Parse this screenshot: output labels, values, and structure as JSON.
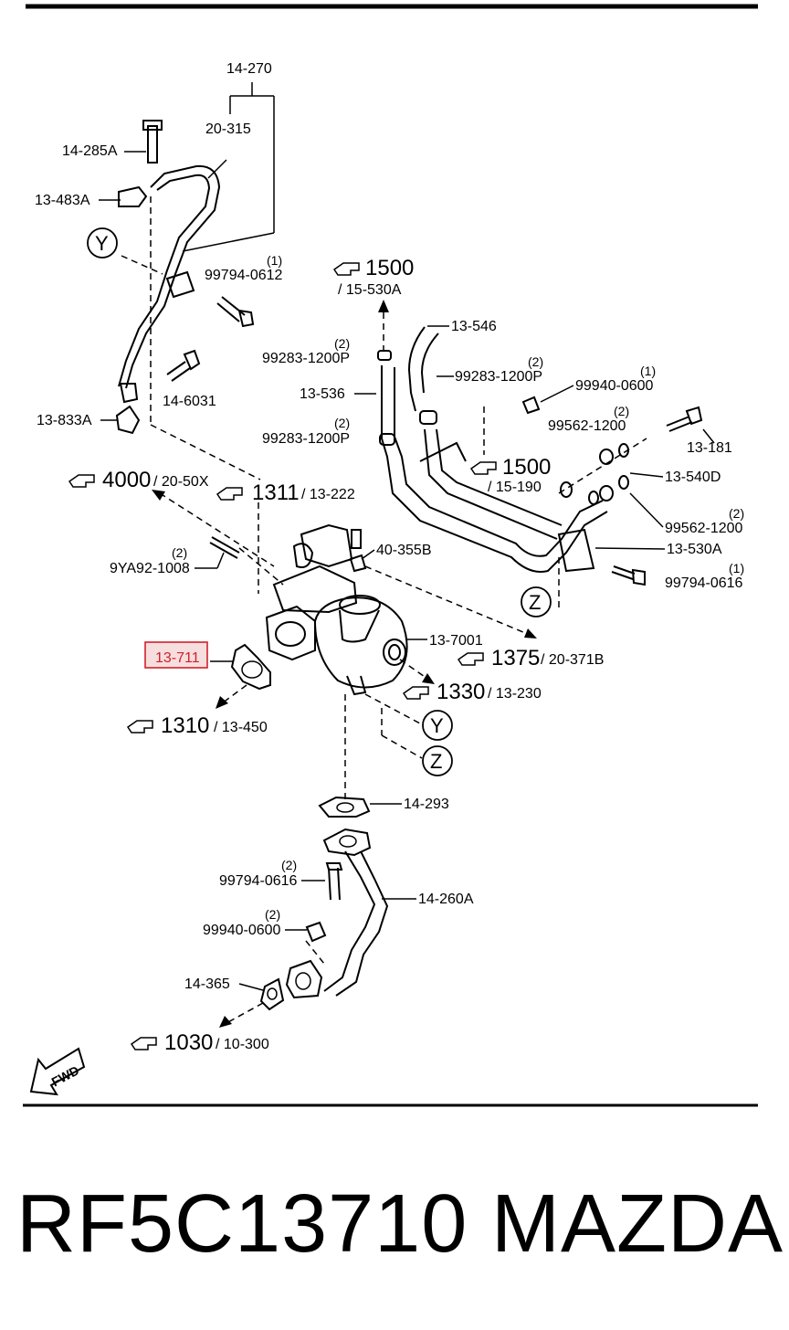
{
  "labels": {
    "l14_270": "14-270",
    "l20_315": "20-315",
    "l14_285A": "14-285A",
    "l13_483A": "13-483A",
    "l99794_0612": "99794-0612",
    "l99794_0612_qty": "(1)",
    "l14_6031": "14-6031",
    "l13_833A": "13-833A",
    "l13_546": "13-546",
    "l99283_a": "99283-1200P",
    "l99283_a_qty": "(2)",
    "l99283_b": "99283-1200P",
    "l99283_b_qty": "(2)",
    "l99283_c": "99283-1200P",
    "l99283_c_qty": "(2)",
    "l13_536": "13-536",
    "l99940_0600_top": "99940-0600",
    "l99940_0600_top_qty": "(1)",
    "l99562_a": "99562-1200",
    "l99562_a_qty": "(2)",
    "l13_181": "13-181",
    "l13_540D": "13-540D",
    "l99562_b": "99562-1200",
    "l99562_b_qty": "(2)",
    "l13_530A": "13-530A",
    "l99794_0616_top": "99794-0616",
    "l99794_0616_top_qty": "(1)",
    "l9YA92": "9YA92-1008",
    "l9YA92_qty": "(2)",
    "l40_355B": "40-355B",
    "l13_7001": "13-7001",
    "l13_711": "13-711",
    "l14_293": "14-293",
    "l14_260A": "14-260A",
    "l99794_0616_bot": "99794-0616",
    "l99794_0616_bot_qty": "(2)",
    "l99940_0600_bot": "99940-0600",
    "l99940_0600_bot_qty": "(2)",
    "l14_365": "14-365"
  },
  "refs": {
    "r1500_top_big": "1500",
    "r1500_top_small": "/ 15-530A",
    "r1500_mid_big": "1500",
    "r1500_mid_small": "/ 15-190",
    "r4000_big": "4000",
    "r4000_small": "/ 20-50X",
    "r1311_big": "1311",
    "r1311_small": "/ 13-222",
    "r1375_big": "1375",
    "r1375_small": "/ 20-371B",
    "r1330_big": "1330",
    "r1330_small": "/ 13-230",
    "r1310_big": "1310",
    "r1310_small": "/ 13-450",
    "r1030_big": "1030",
    "r1030_small": "/ 10-300"
  },
  "markers": {
    "y_top": "Y",
    "z_right": "Z",
    "y_bottom": "Y",
    "z_bottom": "Z"
  },
  "fwd": "FWD",
  "highlight_color": "#d0202a",
  "footer": {
    "part_number": "RF5C13710",
    "brand": "MAZDA"
  }
}
